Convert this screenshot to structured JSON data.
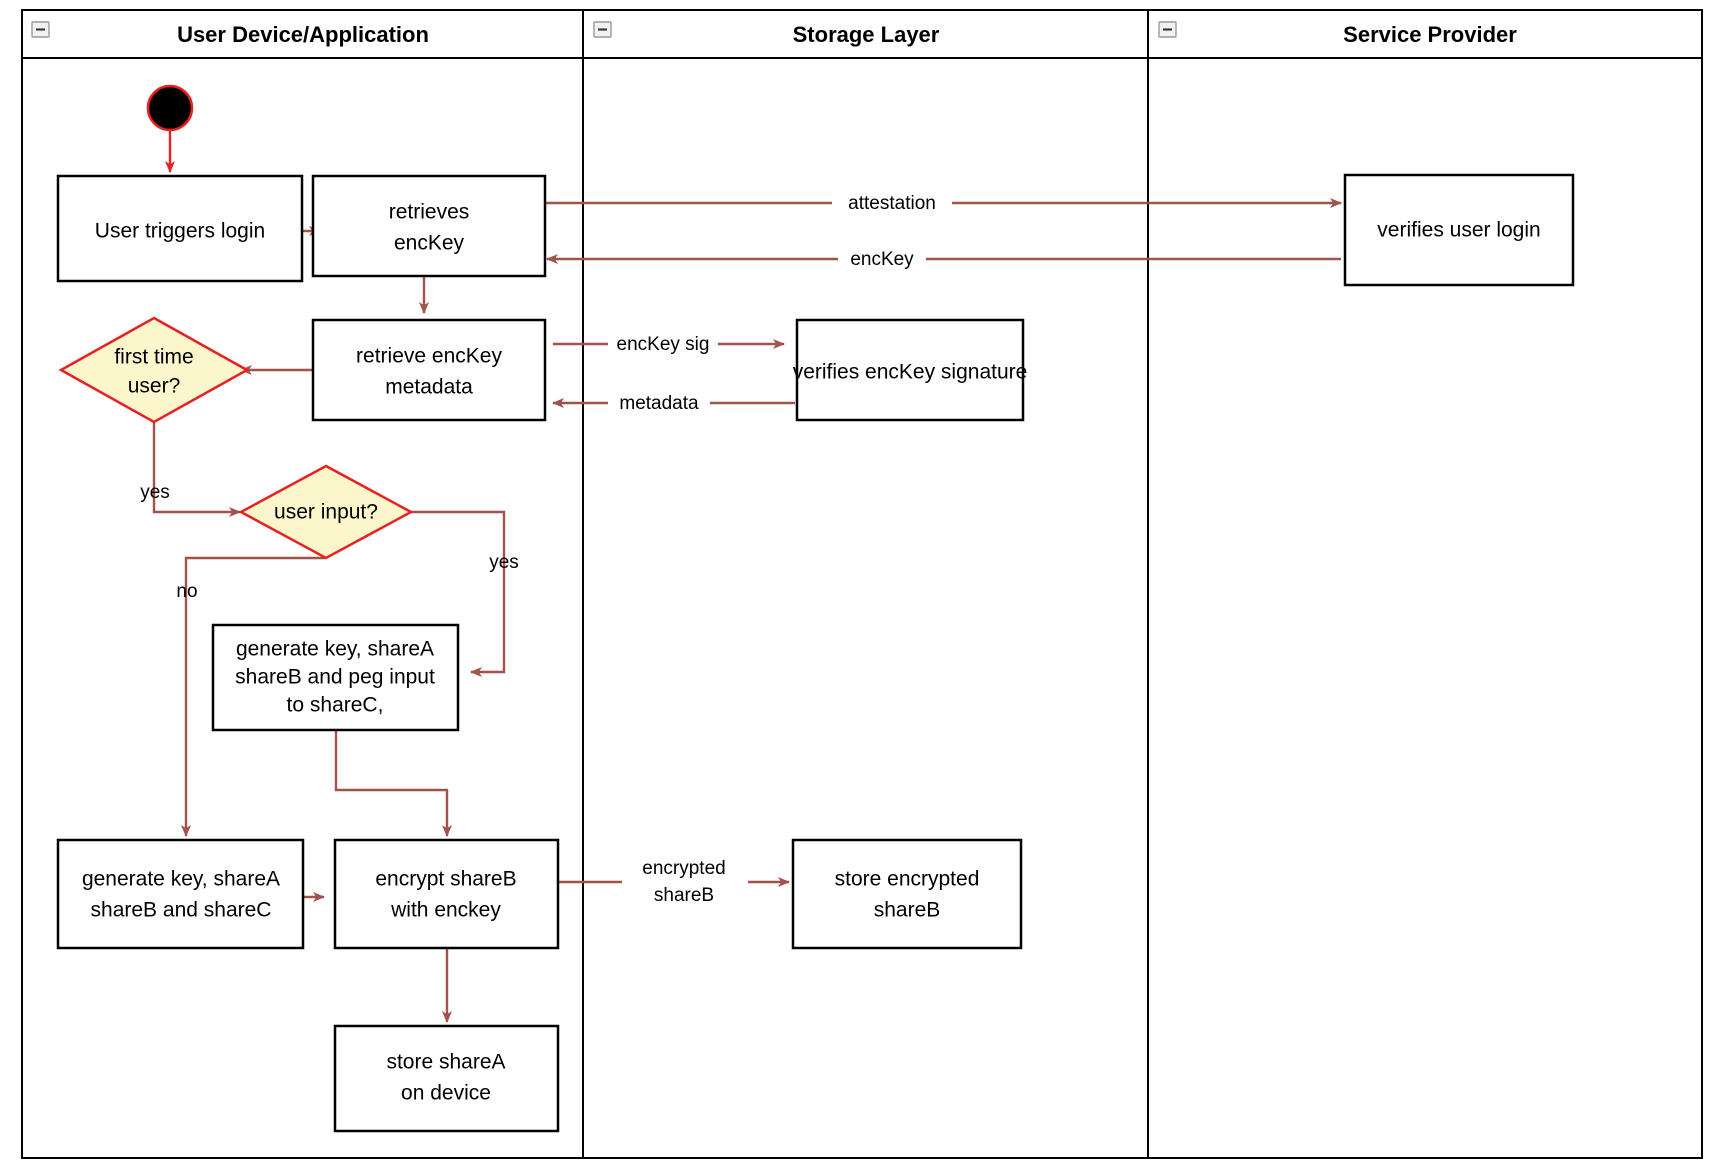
{
  "diagram": {
    "type": "uml-activity-swimlane",
    "title": "Login and key-share provisioning flow",
    "colors": {
      "flow_arrow": "#a0524b",
      "start_node_border": "#e8201f",
      "decision_fill": "#fcf6cd",
      "decision_border": "#e8201f",
      "box_border": "#000000",
      "box_fill": "#ffffff",
      "lane_border": "#000000"
    }
  },
  "lanes": [
    {
      "id": "user-device",
      "title": "User Device/Application",
      "collapse_icon": "minus-icon"
    },
    {
      "id": "storage-layer",
      "title": "Storage Layer",
      "collapse_icon": "minus-icon"
    },
    {
      "id": "service-provider",
      "title": "Service Provider",
      "collapse_icon": "minus-icon"
    }
  ],
  "nodes": [
    {
      "id": "start",
      "lane": "user-device",
      "shape": "initial-node",
      "label": ""
    },
    {
      "id": "user-triggers-login",
      "lane": "user-device",
      "shape": "action",
      "lines": [
        "User triggers login"
      ]
    },
    {
      "id": "retrieves-enckey",
      "lane": "user-device",
      "shape": "action",
      "lines": [
        "retrieves",
        "encKey"
      ]
    },
    {
      "id": "verifies-user-login",
      "lane": "service-provider",
      "shape": "action",
      "lines": [
        "verifies user login"
      ]
    },
    {
      "id": "retrieve-enckey-metadata",
      "lane": "user-device",
      "shape": "action",
      "lines": [
        "retrieve encKey",
        "metadata"
      ]
    },
    {
      "id": "verifies-enckey-signature",
      "lane": "storage-layer",
      "shape": "action",
      "lines": [
        "verifies encKey signature"
      ]
    },
    {
      "id": "first-time-user",
      "lane": "user-device",
      "shape": "decision",
      "lines": [
        "first time",
        "user?"
      ]
    },
    {
      "id": "user-input",
      "lane": "user-device",
      "shape": "decision",
      "lines": [
        "user input?"
      ]
    },
    {
      "id": "generate-key-peg-input",
      "lane": "user-device",
      "shape": "action",
      "lines": [
        "generate key, shareA",
        "shareB and peg input",
        "to shareC,"
      ]
    },
    {
      "id": "generate-key-sharec",
      "lane": "user-device",
      "shape": "action",
      "lines": [
        "generate key, shareA",
        "shareB and shareC"
      ]
    },
    {
      "id": "encrypt-shareb",
      "lane": "user-device",
      "shape": "action",
      "lines": [
        "encrypt shareB",
        "with enckey"
      ]
    },
    {
      "id": "store-encrypted-shareb",
      "lane": "storage-layer",
      "shape": "action",
      "lines": [
        "store encrypted",
        "shareB"
      ]
    },
    {
      "id": "store-sharea-on-device",
      "lane": "user-device",
      "shape": "action",
      "lines": [
        "store shareA",
        "on device"
      ]
    }
  ],
  "edges": [
    {
      "id": "e-attestation",
      "from": "retrieves-enckey",
      "to": "verifies-user-login",
      "label": "attestation"
    },
    {
      "id": "e-enckey-return",
      "from": "verifies-user-login",
      "to": "retrieves-enckey",
      "label": "encKey"
    },
    {
      "id": "e-enckey-sig",
      "from": "retrieve-enckey-metadata",
      "to": "verifies-enckey-signature",
      "label": "encKey sig"
    },
    {
      "id": "e-metadata",
      "from": "verifies-enckey-signature",
      "to": "retrieve-enckey-metadata",
      "label": "metadata"
    },
    {
      "id": "e-first-time-yes",
      "from": "first-time-user",
      "to": "user-input",
      "label": "yes"
    },
    {
      "id": "e-user-input-yes",
      "from": "user-input",
      "to": "generate-key-peg-input",
      "label": "yes"
    },
    {
      "id": "e-user-input-no",
      "from": "user-input",
      "to": "generate-key-sharec",
      "label": "no"
    },
    {
      "id": "e-encrypted-shareb",
      "from": "encrypt-shareb",
      "to": "store-encrypted-shareb",
      "label_lines": [
        "encrypted",
        "shareB"
      ]
    }
  ],
  "labels": {
    "attestation": "attestation",
    "enckey": "encKey",
    "enckey_sig": "encKey sig",
    "metadata": "metadata",
    "yes_first_time": "yes",
    "yes_user_input": "yes",
    "no_user_input": "no",
    "encrypted_line1": "encrypted",
    "encrypted_line2": "shareB"
  },
  "text": {
    "lane1_title": "User Device/Application",
    "lane2_title": "Storage Layer",
    "lane3_title": "Service Provider",
    "user_triggers_login": "User triggers login",
    "retrieves_l1": "retrieves",
    "retrieves_l2": "encKey",
    "verifies_user_login": "verifies user login",
    "retrieve_meta_l1": "retrieve encKey",
    "retrieve_meta_l2": "metadata",
    "verifies_enckey_signature": "verifies encKey signature",
    "first_time_l1": "first time",
    "first_time_l2": "user?",
    "user_input": "user input?",
    "gen_peg_l1": "generate key, shareA",
    "gen_peg_l2": "shareB and peg input",
    "gen_peg_l3": "to shareC,",
    "gen_sharec_l1": "generate key, shareA",
    "gen_sharec_l2": "shareB and shareC",
    "encrypt_l1": "encrypt shareB",
    "encrypt_l2": "with enckey",
    "store_enc_l1": "store encrypted",
    "store_enc_l2": "shareB",
    "store_sharea_l1": "store shareA",
    "store_sharea_l2": "on device"
  }
}
